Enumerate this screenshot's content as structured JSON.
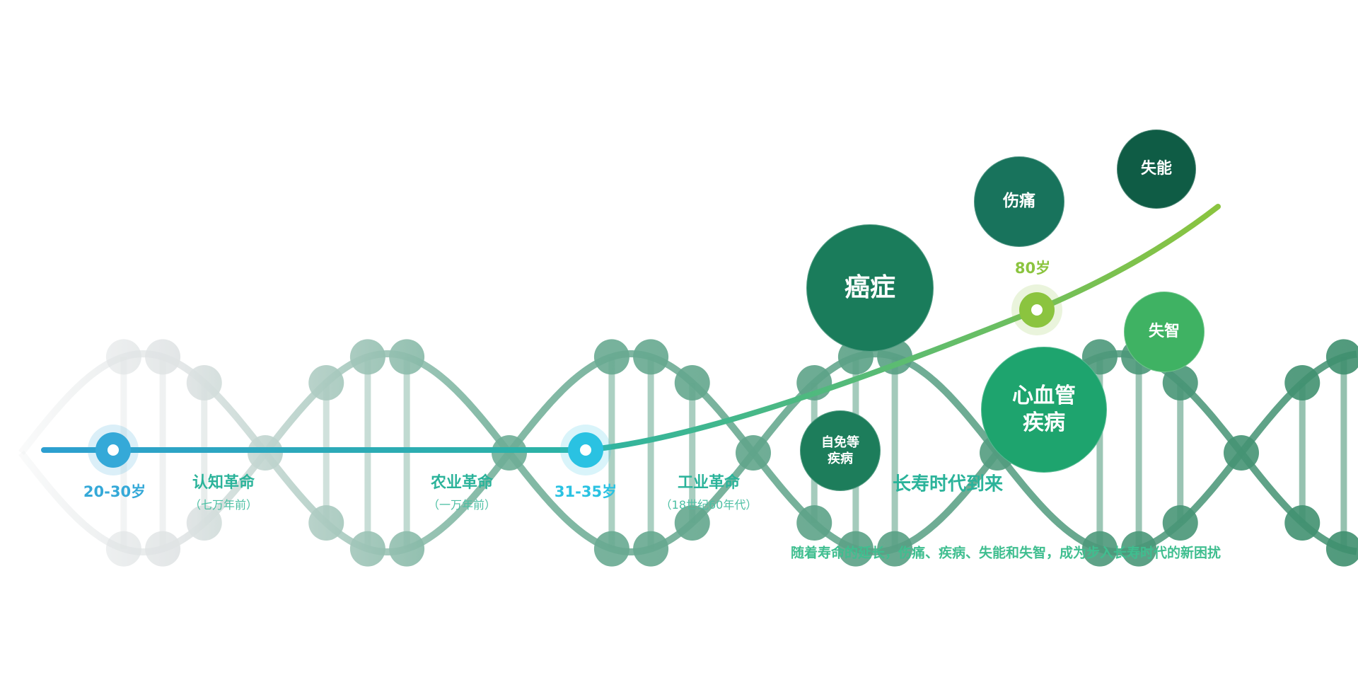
{
  "colors": {
    "dna_start": "#dfe3e4",
    "dna_mid": "#6fae97",
    "dna_end": "#3e8f6e",
    "timeline_start": "#2d9fd0",
    "timeline_mid": "#2cb3a4",
    "timeline_end": "#8bc43f",
    "age_blue": "#35a9d8",
    "age_cyan": "#2ac2e2",
    "age_green": "#8bc43f"
  },
  "milestones": [
    {
      "label": "20-30岁",
      "color": "#35a9d8"
    },
    {
      "label": "31-35岁",
      "color": "#2ac2e2"
    },
    {
      "label": "80岁",
      "color": "#8bc43f"
    }
  ],
  "eras": [
    {
      "title": "认知革命",
      "sub": "（七万年前）"
    },
    {
      "title": "农业革命",
      "sub": "（一万年前）"
    },
    {
      "title": "工业革命",
      "sub": "（18世纪60年代）"
    }
  ],
  "headline": "长寿时代到来",
  "caption": "随着寿命的延长，伤痛、疾病、失能和失智，成为步入长寿时代的新困扰",
  "diseases": [
    {
      "id": "cancer",
      "lines": [
        "癌症"
      ],
      "color": "#1a7c5b"
    },
    {
      "id": "injury",
      "lines": [
        "伤痛"
      ],
      "color": "#18735c"
    },
    {
      "id": "disability",
      "lines": [
        "失能"
      ],
      "color": "#0f5c45"
    },
    {
      "id": "dementia",
      "lines": [
        "失智"
      ],
      "color": "#3fb263"
    },
    {
      "id": "cardio",
      "lines": [
        "心血管",
        "疾病"
      ],
      "color": "#1ea46e"
    },
    {
      "id": "autoimmune",
      "lines": [
        "自免等",
        "疾病"
      ],
      "color": "#1d7d5b"
    }
  ]
}
